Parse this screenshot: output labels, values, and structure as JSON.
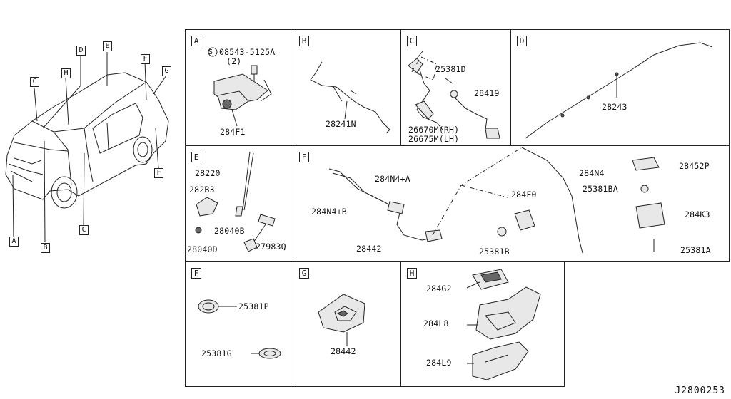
{
  "overview": {
    "callouts": [
      "C",
      "H",
      "D",
      "E",
      "F",
      "G",
      "F",
      "A",
      "B",
      "C"
    ]
  },
  "panels": {
    "A": {
      "label": "A",
      "parts": [
        "08543-5125A",
        "(2)",
        "284F1"
      ],
      "symbol": "S"
    },
    "B": {
      "label": "B",
      "parts": [
        "28241N"
      ]
    },
    "C": {
      "label": "C",
      "parts": [
        "25381D",
        "28419",
        "26670M(RH)",
        "26675M(LH)"
      ]
    },
    "D": {
      "label": "D",
      "parts": [
        "28243"
      ]
    },
    "E": {
      "label": "E",
      "parts": [
        "28220",
        "282B3",
        "28040B",
        "28040D",
        "27983Q"
      ]
    },
    "F1": {
      "label": "F",
      "parts": [
        "284N4+A",
        "284N4",
        "28452P",
        "25381BA",
        "284F0",
        "284K3",
        "284N4+B",
        "28442",
        "25381B",
        "25381A"
      ]
    },
    "F2": {
      "label": "F",
      "parts": [
        "25381P",
        "25381G"
      ]
    },
    "G": {
      "label": "G",
      "parts": [
        "28442"
      ]
    },
    "H": {
      "label": "H",
      "parts": [
        "284G2",
        "284L8",
        "284L9"
      ]
    }
  },
  "reference": "J2800253"
}
